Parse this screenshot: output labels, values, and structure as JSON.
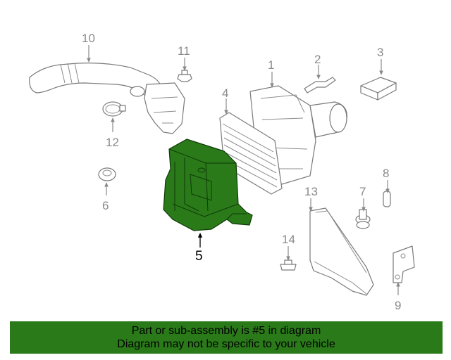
{
  "diagram": {
    "labels": {
      "p1": "1",
      "p2": "2",
      "p3": "3",
      "p4": "4",
      "p5": "5",
      "p6": "6",
      "p7": "7",
      "p8": "8",
      "p9": "9",
      "p10": "10",
      "p11": "11",
      "p12": "12",
      "p13": "13",
      "p14": "14"
    },
    "highlight_color": "#2a7a1a"
  },
  "banner": {
    "line1": "Part or sub-assembly is #5 in diagram",
    "line2": "Diagram may not be specific to your vehicle"
  }
}
